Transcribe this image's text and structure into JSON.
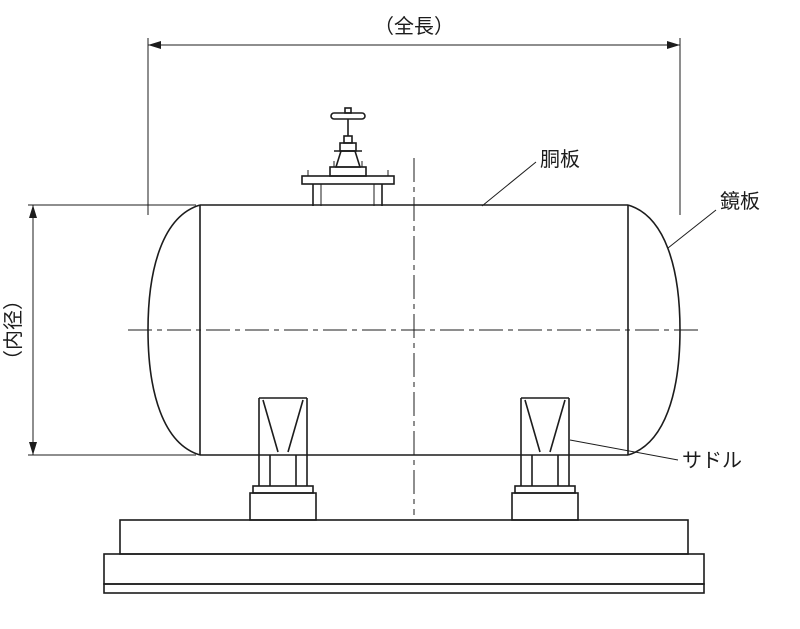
{
  "labels": {
    "overall_length": "（全長）",
    "inner_diameter": "（内径）",
    "shell_plate": "胴板",
    "head_plate": "鏡板",
    "saddle": "サドル"
  },
  "colors": {
    "line": "#1c1c1c",
    "background": "#ffffff"
  }
}
